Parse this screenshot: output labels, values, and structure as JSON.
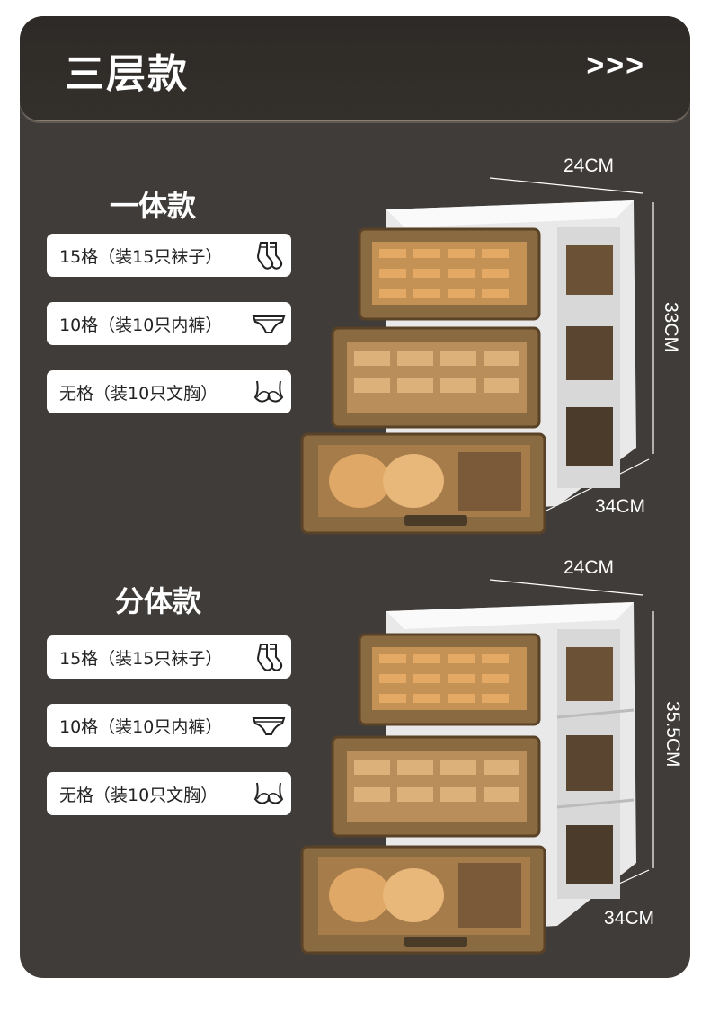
{
  "header": {
    "title": "三层款",
    "arrows": ">>>"
  },
  "sections": [
    {
      "title": "一体款",
      "items": [
        {
          "label": "15格（装15只袜子）",
          "icon": "socks-icon"
        },
        {
          "label": "10格（装10只内裤）",
          "icon": "underwear-icon"
        },
        {
          "label": "无格（装10只文胸）",
          "icon": "bra-icon"
        }
      ],
      "dims": {
        "width": "24CM",
        "height": "33CM",
        "depth": "34CM"
      }
    },
    {
      "title": "分体款",
      "items": [
        {
          "label": "15格（装15只袜子）",
          "icon": "socks-icon"
        },
        {
          "label": "10格（装10只内裤）",
          "icon": "underwear-icon"
        },
        {
          "label": "无格（装10只文胸）",
          "icon": "bra-icon"
        }
      ],
      "dims": {
        "width": "24CM",
        "height": "35.5CM",
        "depth": "34CM"
      }
    }
  ],
  "colors": {
    "card": "#3f3c39",
    "header": "#2e2a27",
    "drawer": "#8a6a40",
    "frame": "#f2f2f2"
  }
}
